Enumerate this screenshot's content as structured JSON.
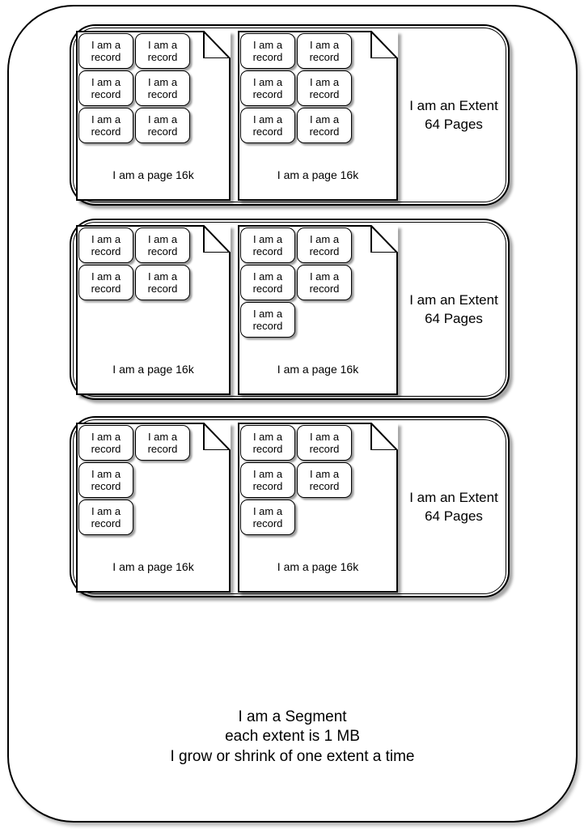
{
  "labels": {
    "record": "I am a record",
    "page": "I am a page 16k"
  },
  "extents": [
    {
      "label_line1": "I am an Extent",
      "label_line2": "64 Pages",
      "pages": [
        {
          "record_rows": [
            2,
            2,
            2
          ]
        },
        {
          "record_rows": [
            2,
            2,
            2
          ]
        }
      ]
    },
    {
      "label_line1": "I am an Extent",
      "label_line2": "64 Pages",
      "pages": [
        {
          "record_rows": [
            2,
            2
          ]
        },
        {
          "record_rows": [
            2,
            2,
            1
          ]
        }
      ]
    },
    {
      "label_line1": "I am an Extent",
      "label_line2": "64 Pages",
      "pages": [
        {
          "record_rows": [
            2,
            1,
            1
          ]
        },
        {
          "record_rows": [
            2,
            2,
            1
          ]
        }
      ]
    }
  ],
  "caption": {
    "line1": "I am a Segment",
    "line2": "each extent is 1 MB",
    "line3": "I grow or shrink of one extent a time"
  }
}
